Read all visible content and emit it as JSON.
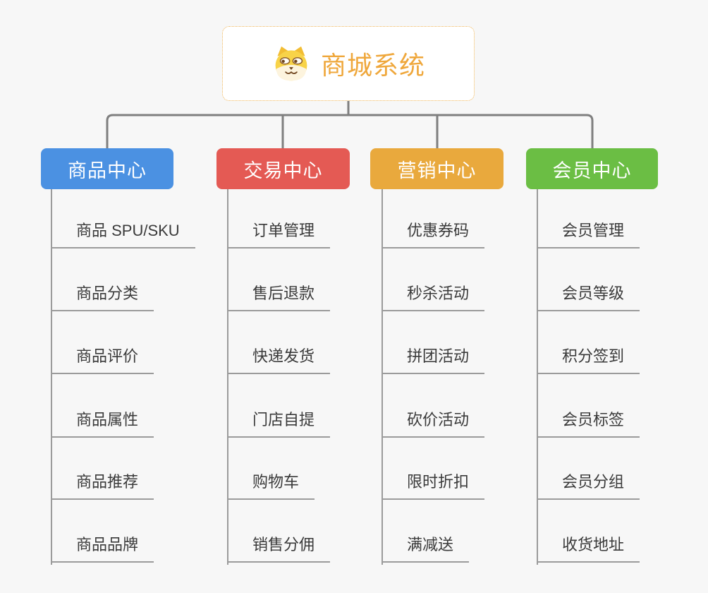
{
  "canvas": {
    "background": "#f7f7f7",
    "connector_color": "#7f7f7f",
    "branch_line_color": "#9b9b9b"
  },
  "root": {
    "title": "商城系统",
    "icon": "shiba-dog-icon",
    "text_color": "#efa73b",
    "border_color": "#f0b65a",
    "background": "#ffffff"
  },
  "branches": [
    {
      "label": "商品中心",
      "color": "#4b91e2",
      "text_color": "#ffffff",
      "items": [
        "商品 SPU/SKU",
        "商品分类",
        "商品评价",
        "商品属性",
        "商品推荐",
        "商品品牌"
      ]
    },
    {
      "label": "交易中心",
      "color": "#e45a54",
      "text_color": "#ffffff",
      "items": [
        "订单管理",
        "售后退款",
        "快递发货",
        "门店自提",
        "购物车",
        "销售分佣"
      ]
    },
    {
      "label": "营销中心",
      "color": "#e9a93d",
      "text_color": "#ffffff",
      "items": [
        "优惠券码",
        "秒杀活动",
        "拼团活动",
        "砍价活动",
        "限时折扣",
        "满减送"
      ]
    },
    {
      "label": "会员中心",
      "color": "#6bbe44",
      "text_color": "#ffffff",
      "items": [
        "会员管理",
        "会员等级",
        "积分签到",
        "会员标签",
        "会员分组",
        "收货地址"
      ]
    }
  ]
}
